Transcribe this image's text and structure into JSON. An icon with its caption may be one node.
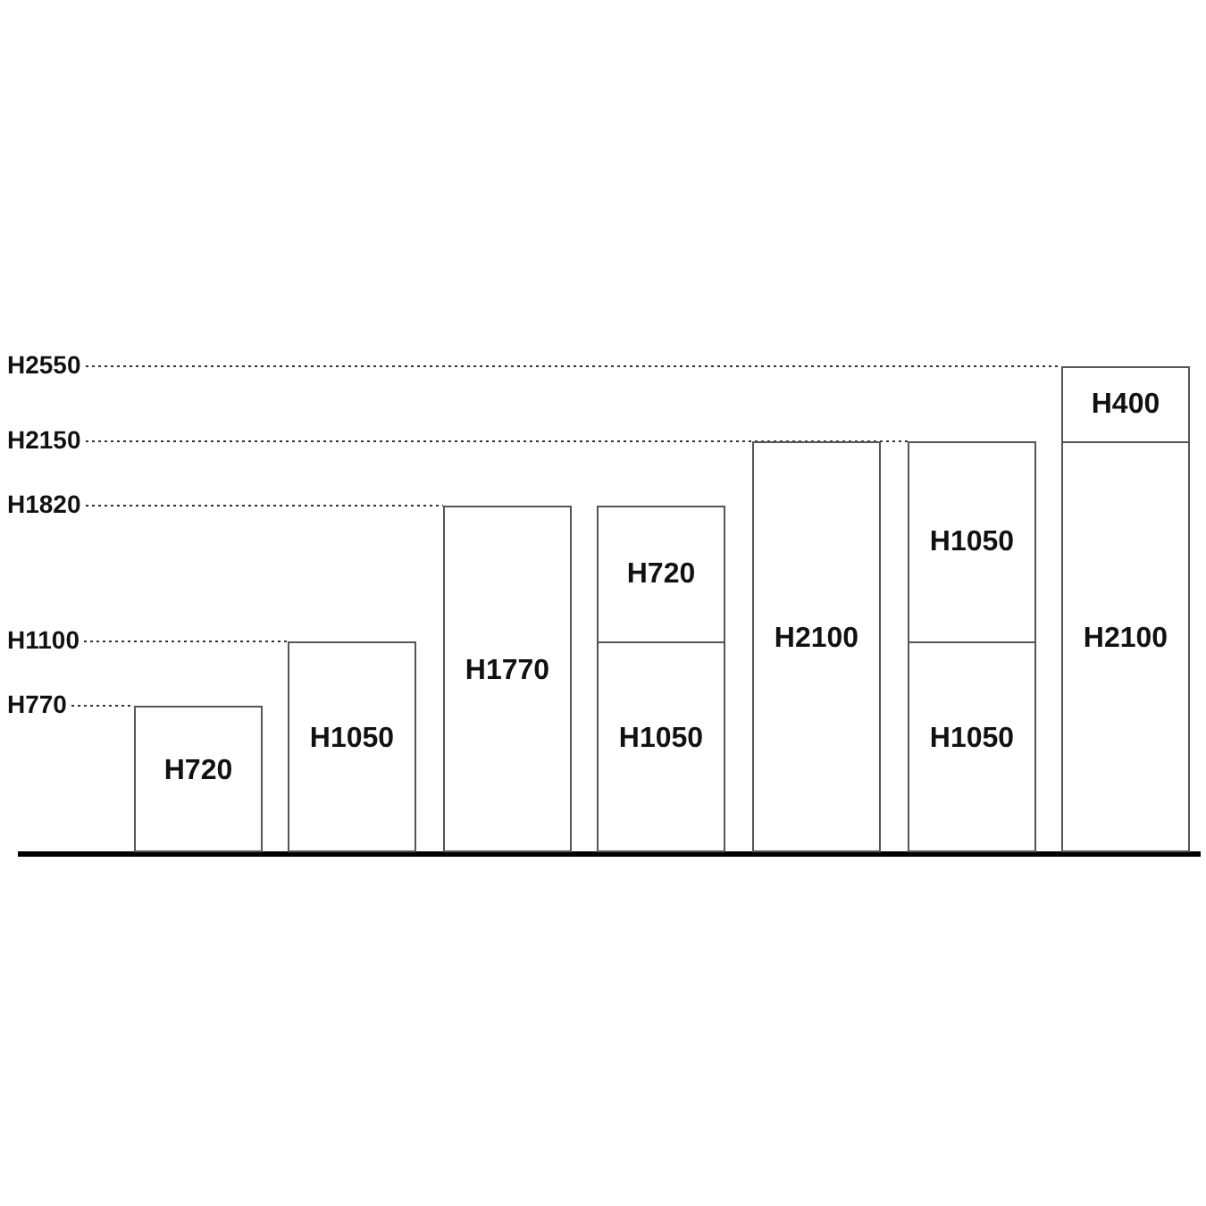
{
  "diagram": {
    "nodes": [
      {
        "text": [
          "H720"
        ]
      },
      {
        "text": [
          "H1050"
        ]
      },
      {
        "text": [
          "H1770"
        ]
      },
      {
        "text": [
          "H720"
        ]
      },
      {
        "text": [
          "H1050"
        ]
      },
      {
        "text": [
          "H2100"
        ]
      },
      {
        "text": [
          "H1050"
        ]
      },
      {
        "text": [
          "H1050"
        ]
      },
      {
        "text": [
          "H400"
        ]
      },
      {
        "text": [
          "H2100"
        ]
      }
    ],
    "labels": [
      "H2550",
      "H2150",
      "H1820",
      "H1100",
      "H770"
    ]
  }
}
